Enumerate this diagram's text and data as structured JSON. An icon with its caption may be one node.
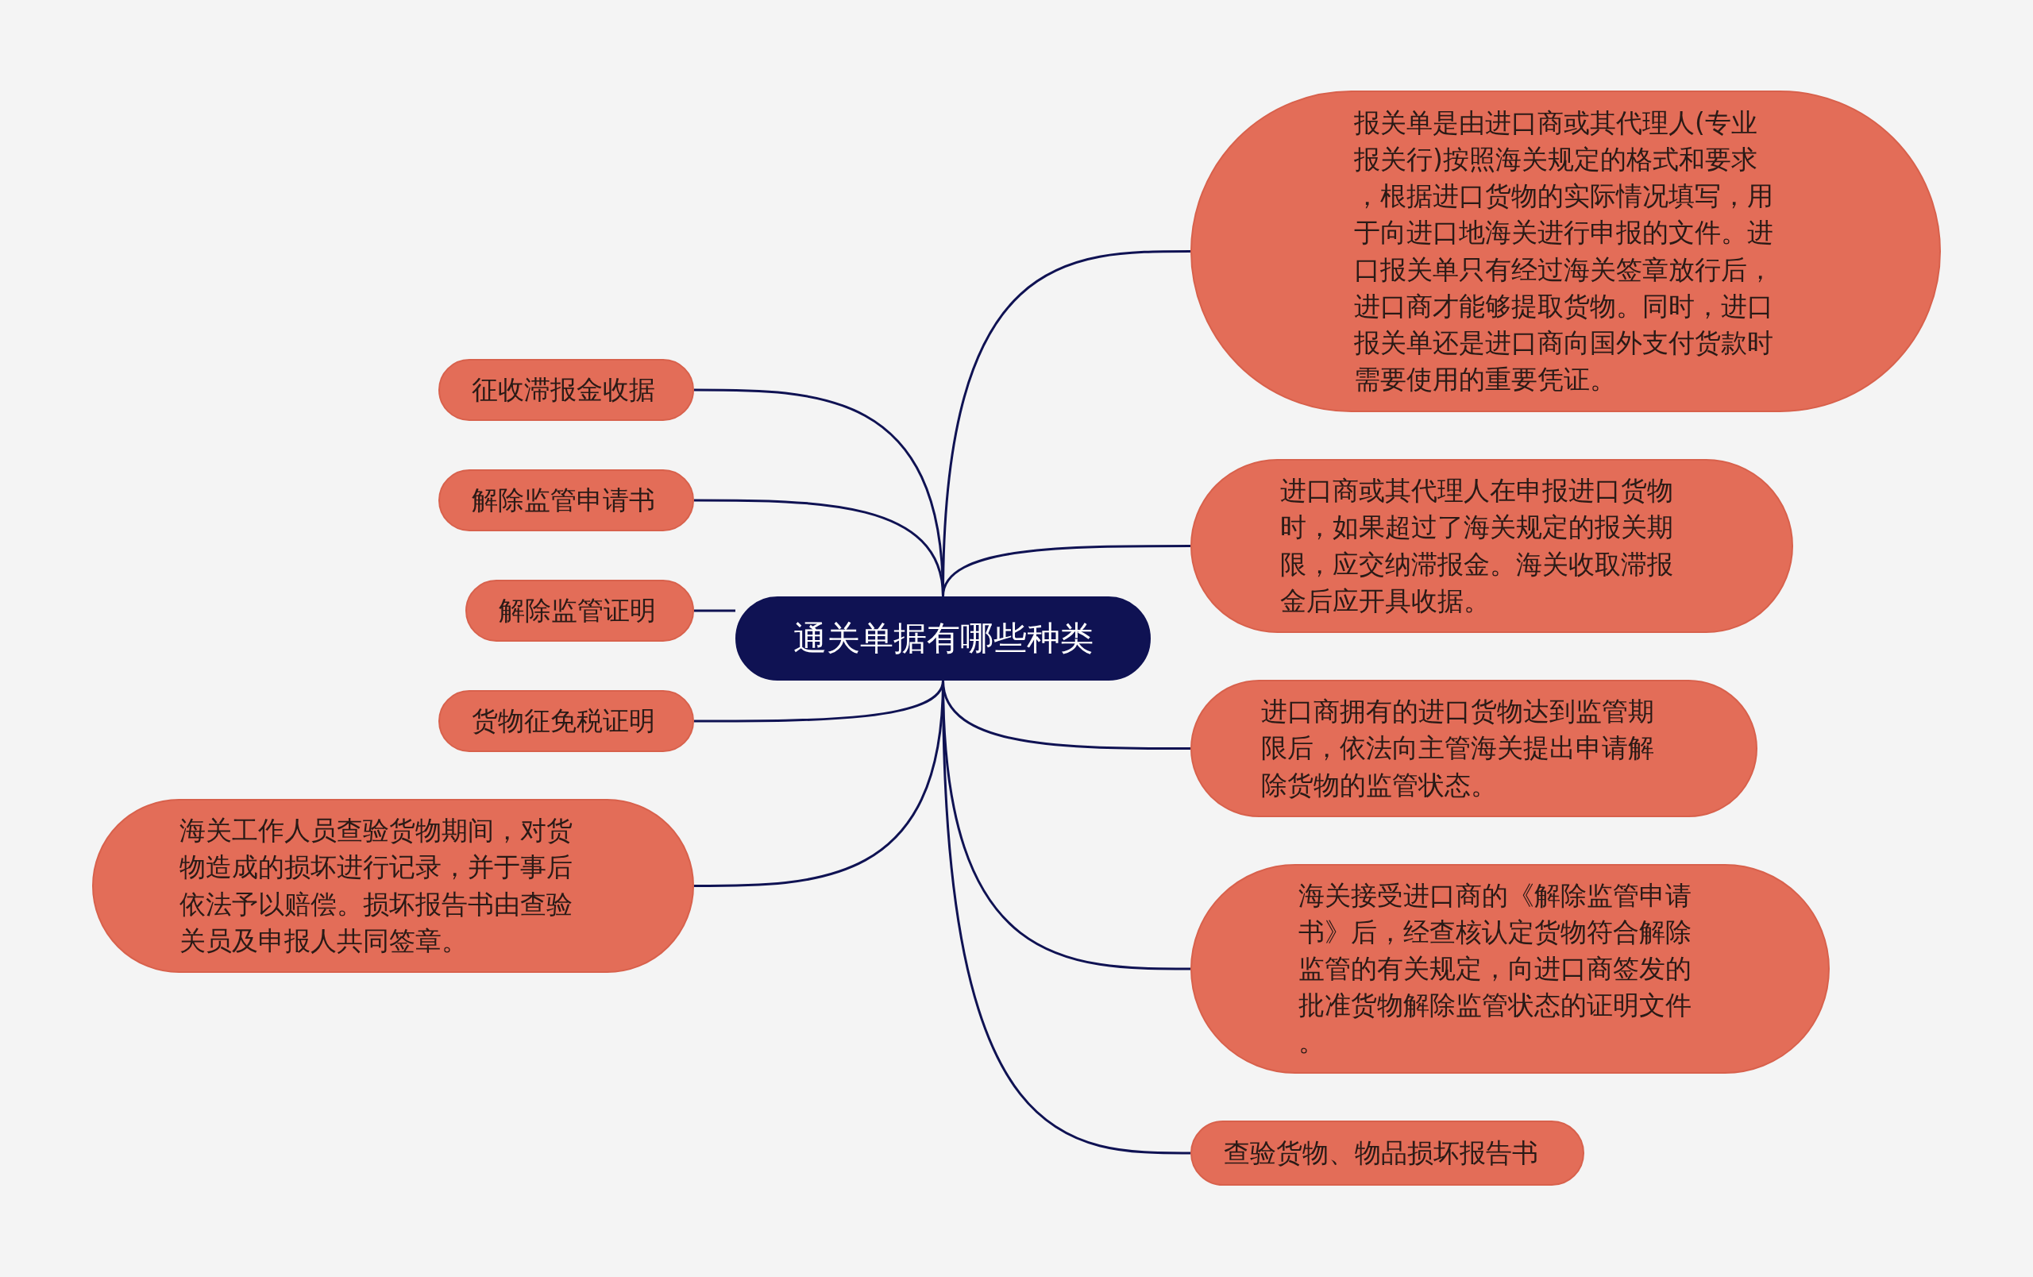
{
  "diagram": {
    "nodes": [
      {
        "text": [
          "通关单据有哪些种类"
        ]
      },
      {
        "text": [
          "报关单是由进口商或其代理人(专业报关行)按照海关规定的格式和要求，根据进口货物的实际情况填写，用于向进口地海关进行申报的文件。进口报关单只有经过海关签章放行后，进口商才能够提取货物。同时，进口报关单还是进口商向国外支付货款时需要使用的重要凭证。"
        ]
      },
      {
        "text": [
          "进口商或其代理人在申报进口货物时，如果超过了海关规定的报关期限，应交纳滞报金。海关收取滞报金后应开具收据。"
        ]
      },
      {
        "text": [
          "进口商拥有的进口货物达到监管期限后，依法向主管海关提出申请解除货物的监管状态。"
        ]
      },
      {
        "text": [
          "海关接受进口商的《解除监管申请书》后，经查核认定货物符合解除监管的有关规定，向进口商签发的批准货物解除监管状态的证明文件。"
        ]
      },
      {
        "text": [
          "查验货物、物品损坏报告书"
        ]
      },
      {
        "text": [
          "征收滞报金收据"
        ]
      },
      {
        "text": [
          "解除监管申请书"
        ]
      },
      {
        "text": [
          "解除监管证明"
        ]
      },
      {
        "text": [
          "货物征免税证明"
        ]
      },
      {
        "text": [
          "海关工作人员查验货物期间，对货物造成的损坏进行记录，并于事后依法予以赔偿。损坏报告书由查验关员及申报人共同签章。"
        ]
      }
    ],
    "edges": [
      {
        "from": 0,
        "to": 1,
        "arrow": "none"
      },
      {
        "from": 0,
        "to": 2,
        "arrow": "none"
      },
      {
        "from": 0,
        "to": 3,
        "arrow": "none"
      },
      {
        "from": 0,
        "to": 4,
        "arrow": "none"
      },
      {
        "from": 0,
        "to": 5,
        "arrow": "none"
      },
      {
        "from": 0,
        "to": 6,
        "arrow": "none"
      },
      {
        "from": 0,
        "to": 7,
        "arrow": "none"
      },
      {
        "from": 0,
        "to": 8,
        "arrow": "none"
      },
      {
        "from": 0,
        "to": 9,
        "arrow": "none"
      },
      {
        "from": 0,
        "to": 10,
        "arrow": "none"
      }
    ]
  }
}
